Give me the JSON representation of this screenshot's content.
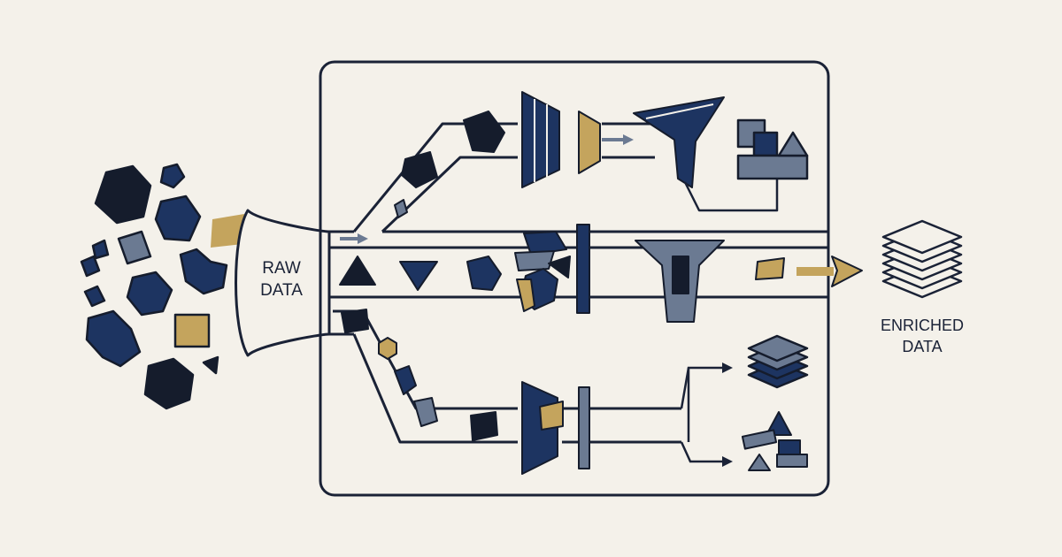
{
  "diagram": {
    "input_label_line1": "RAW",
    "input_label_line2": "DATA",
    "output_label_line1": "ENRICHED",
    "output_label_line2": "DATA"
  },
  "colors": {
    "background": "#f4f1ea",
    "navy": "#1d3461",
    "dark": "#151c2c",
    "slate": "#6b7a92",
    "gold": "#c4a45d",
    "line": "#1a2236"
  },
  "icons": [
    "raw-shapes-cluster",
    "intake-funnel",
    "process-box",
    "funnel-filter",
    "stack-layers-icon",
    "right-arrow-icon"
  ]
}
